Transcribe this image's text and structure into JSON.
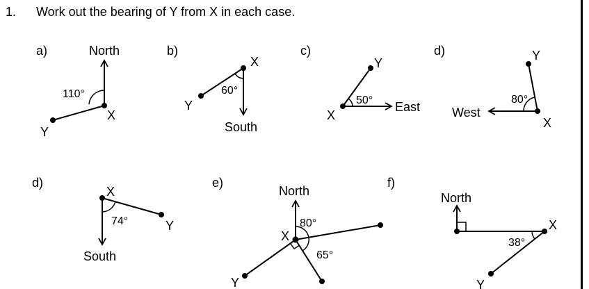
{
  "question": {
    "number": "1.",
    "text": "Work out the bearing of Y from X in each case."
  },
  "parts": [
    {
      "label": "a)",
      "direction": "North",
      "angle": "110°",
      "from": "X",
      "to": "Y"
    },
    {
      "label": "b)",
      "direction": "South",
      "angle": "60°",
      "from": "X",
      "to": "Y"
    },
    {
      "label": "c)",
      "direction": "East",
      "angle": "50°",
      "from": "X",
      "to": "Y"
    },
    {
      "label": "d)",
      "direction": "West",
      "angle": "80°",
      "from": "X",
      "to": "Y"
    },
    {
      "label": "d)",
      "direction": "South",
      "angle": "74°",
      "from": "X",
      "to": "Y"
    },
    {
      "label": "e)",
      "direction": "North",
      "angle": "80°",
      "angle2": "65°",
      "from": "X",
      "to": "Y"
    },
    {
      "label": "f)",
      "direction": "North",
      "angle": "38°",
      "from": "X",
      "to": "Y"
    }
  ]
}
